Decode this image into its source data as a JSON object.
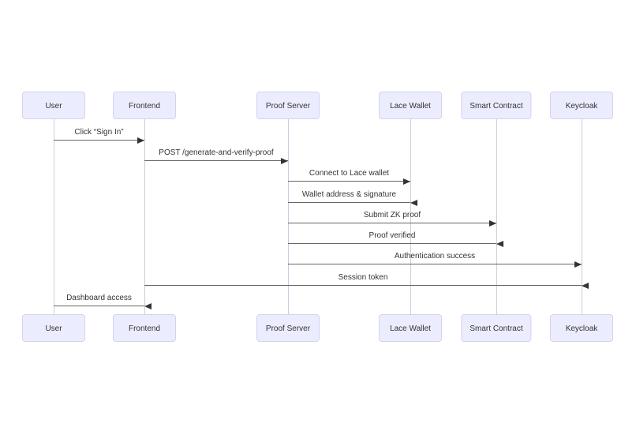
{
  "diagram": {
    "type": "sequence-diagram",
    "actors": [
      {
        "id": "user",
        "label": "User"
      },
      {
        "id": "frontend",
        "label": "Frontend"
      },
      {
        "id": "proof-server",
        "label": "Proof Server"
      },
      {
        "id": "lace-wallet",
        "label": "Lace Wallet"
      },
      {
        "id": "smart-contract",
        "label": "Smart Contract"
      },
      {
        "id": "keycloak",
        "label": "Keycloak"
      }
    ],
    "messages": [
      {
        "from": "user",
        "to": "frontend",
        "label": "Click “Sign In”"
      },
      {
        "from": "frontend",
        "to": "proof-server",
        "label": "POST /generate-and-verify-proof"
      },
      {
        "from": "proof-server",
        "to": "lace-wallet",
        "label": "Connect to Lace wallet"
      },
      {
        "from": "lace-wallet",
        "to": "proof-server",
        "label": "Wallet address & signature"
      },
      {
        "from": "proof-server",
        "to": "smart-contract",
        "label": "Submit ZK proof"
      },
      {
        "from": "smart-contract",
        "to": "proof-server",
        "label": "Proof verified"
      },
      {
        "from": "proof-server",
        "to": "keycloak",
        "label": "Authentication success"
      },
      {
        "from": "keycloak",
        "to": "frontend",
        "label": "Session token"
      },
      {
        "from": "frontend",
        "to": "user",
        "label": "Dashboard access"
      }
    ],
    "colors": {
      "background": "#ffffff",
      "actor_fill": "#ececff",
      "actor_border": "#d3d3f0",
      "lifeline": "#ccccdd",
      "message_line": "#666666",
      "arrowhead": "#333333",
      "text": "#333333"
    }
  }
}
